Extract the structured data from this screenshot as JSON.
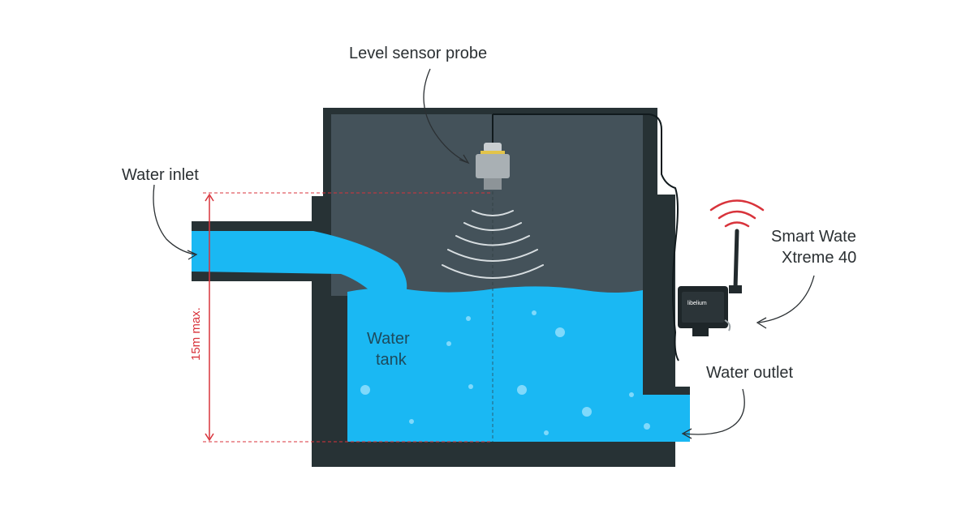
{
  "labels": {
    "probe": "Level sensor probe",
    "inlet": "Water inlet",
    "device_line1": "Smart Wate",
    "device_line2": "Xtreme 40",
    "tank_line1": "Water",
    "tank_line2": "tank",
    "outlet": "Water outlet",
    "depth": "15m max.",
    "device_brand": "libelium"
  },
  "colors": {
    "wall": "#273235",
    "air": "#44525a",
    "water": "#1ab8f3",
    "dim_line": "#d8333b",
    "signal": "#d8333b",
    "label_text": "#2b3033"
  }
}
